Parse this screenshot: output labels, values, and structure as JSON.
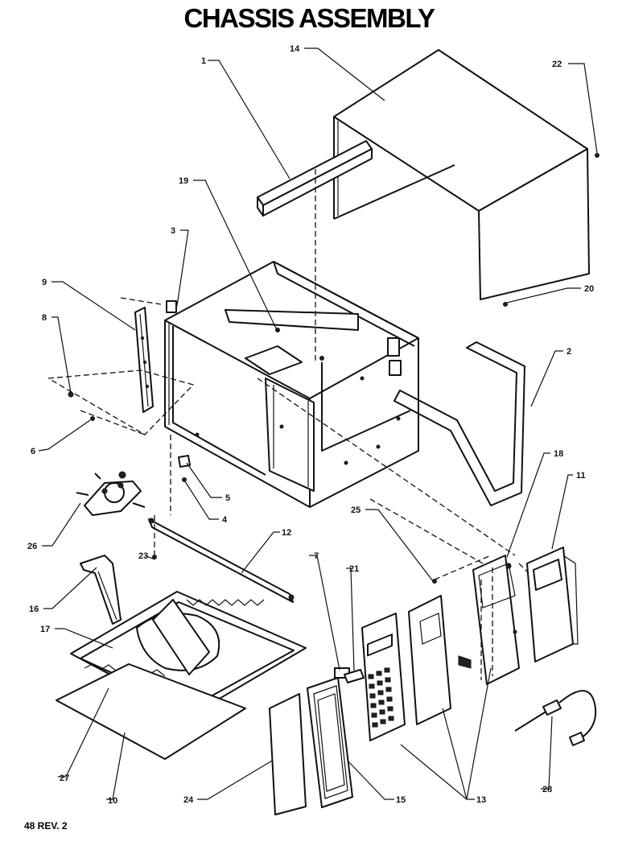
{
  "title": "CHASSIS ASSEMBLY",
  "footer": "48 REV. 2",
  "callouts": [
    "1",
    "14",
    "22",
    "19",
    "3",
    "9",
    "8",
    "20",
    "2",
    "6",
    "5",
    "4",
    "18",
    "11",
    "26",
    "12",
    "25",
    "7",
    "21",
    "16",
    "23",
    "17",
    "27",
    "10",
    "24",
    "15",
    "13",
    "28"
  ]
}
